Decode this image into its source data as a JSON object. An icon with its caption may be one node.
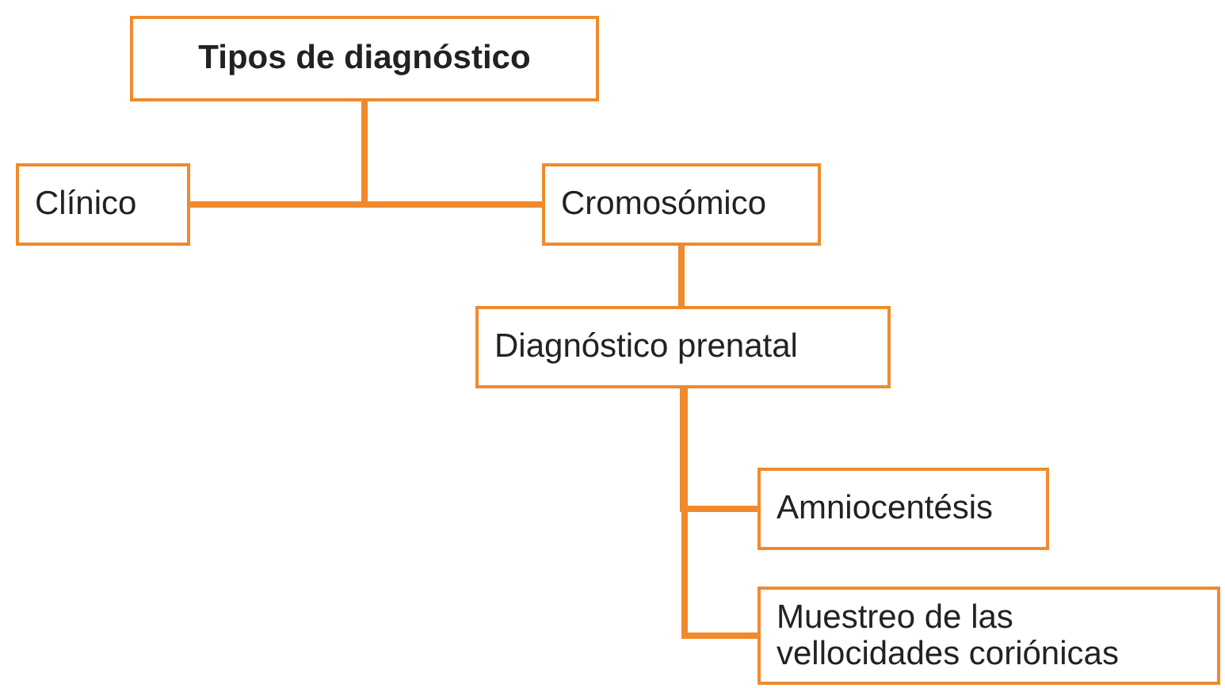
{
  "diagram": {
    "nodes": [
      {
        "text": [
          "Tipos de diagnóstico"
        ]
      },
      {
        "text": [
          "Clínico"
        ]
      },
      {
        "text": [
          "Cromosómico"
        ]
      },
      {
        "text": [
          "Diagnóstico prenatal"
        ]
      },
      {
        "text": [
          "Amniocentésis"
        ]
      },
      {
        "text": [
          "Muestreo de las vellocidades coriónicas"
        ]
      }
    ],
    "edges": [
      {
        "from": 0,
        "to": 1,
        "arrow": "none"
      },
      {
        "from": 0,
        "to": 2,
        "arrow": "none"
      },
      {
        "from": 2,
        "to": 3,
        "arrow": "none"
      },
      {
        "from": 3,
        "to": 4,
        "arrow": "none"
      },
      {
        "from": 3,
        "to": 5,
        "arrow": "none"
      }
    ]
  }
}
